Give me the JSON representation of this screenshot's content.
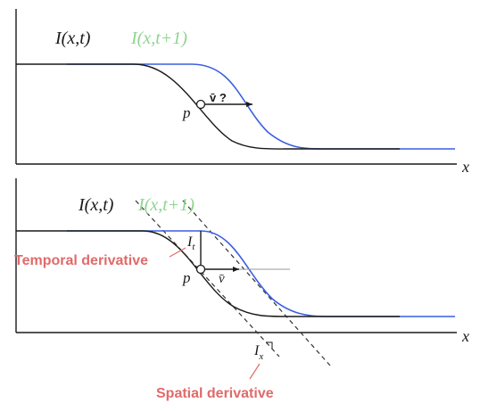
{
  "colors": {
    "curve_t": "#1a1a1a",
    "curve_t1": "#3a5fe0",
    "green_label": "#8ed48e",
    "red_label": "#e06a6a",
    "axis": "#1a1a1a",
    "dashed": "#333333",
    "horizontal_guide": "#999999"
  },
  "top_panel": {
    "label_t": "I(x,t)",
    "label_t1": "I(x,t+1)",
    "point_label": "p",
    "velocity_label": "v̄ ?",
    "axis_label": "x"
  },
  "bottom_panel": {
    "label_t": "I(x,t)",
    "label_t1": "I(x,t+1)",
    "It_label": "I",
    "It_sub": "t",
    "temporal_label": "Temporal derivative",
    "point_label": "p",
    "velocity_label": "v̄",
    "axis_label": "x",
    "Ix_label": "I",
    "Ix_sub": "x",
    "spatial_label": "Spatial derivative"
  }
}
